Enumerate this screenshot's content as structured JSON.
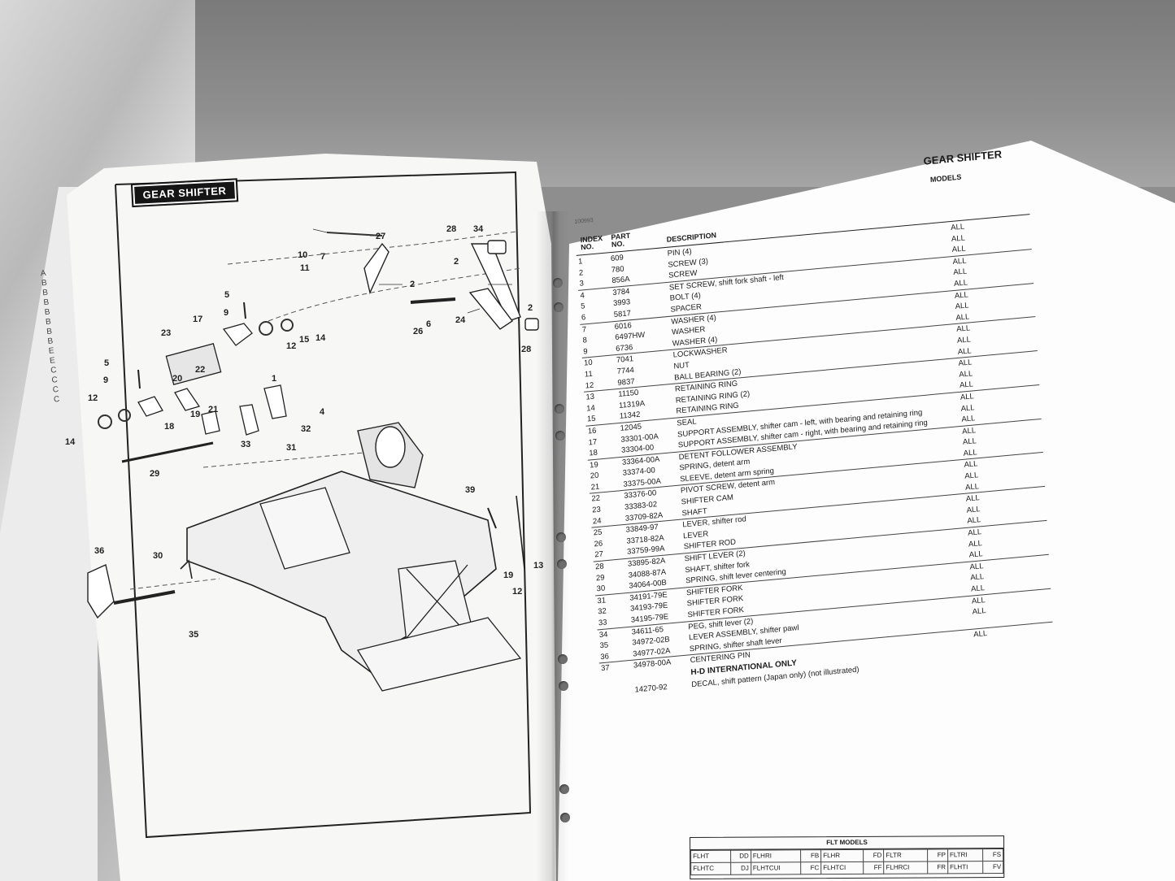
{
  "left_page": {
    "title": "GEAR SHIFTER",
    "tab_marks": [
      "A",
      "B",
      "B",
      "B",
      "B",
      "B",
      "B",
      "B",
      "E",
      "E",
      "C",
      "C",
      "C",
      "C"
    ],
    "callouts": [
      "27",
      "28",
      "34",
      "10",
      "7",
      "11",
      "2",
      "2",
      "24",
      "6",
      "26",
      "5",
      "9",
      "17",
      "23",
      "12",
      "15",
      "14",
      "22",
      "20",
      "1",
      "5",
      "9",
      "12",
      "21",
      "19",
      "18",
      "4",
      "32",
      "33",
      "31",
      "14",
      "29",
      "39",
      "36",
      "30",
      "35",
      "2",
      "28",
      "13",
      "19",
      "12"
    ]
  },
  "right_page": {
    "header": "GEAR SHIFTER",
    "ref_code": "100993",
    "columns": {
      "index": "INDEX NO.",
      "part": "PART NO.",
      "description": "DESCRIPTION",
      "models": "MODELS"
    },
    "rows": [
      {
        "index": "1",
        "part": "609",
        "description": "PIN (4)",
        "models": "ALL"
      },
      {
        "index": "2",
        "part": "780",
        "description": "SCREW (3)",
        "models": "ALL"
      },
      {
        "index": "3",
        "part": "856A",
        "description": "SCREW",
        "models": "ALL"
      },
      {
        "index": "4",
        "part": "3784",
        "description": "SET SCREW, shift fork shaft - left",
        "models": "ALL"
      },
      {
        "index": "5",
        "part": "3993",
        "description": "BOLT (4)",
        "models": "ALL"
      },
      {
        "index": "6",
        "part": "5817",
        "description": "SPACER",
        "models": "ALL"
      },
      {
        "index": "7",
        "part": "6016",
        "description": "WASHER (4)",
        "models": "ALL"
      },
      {
        "index": "8",
        "part": "6497HW",
        "description": "WASHER",
        "models": "ALL"
      },
      {
        "index": "9",
        "part": "6736",
        "description": "WASHER (4)",
        "models": "ALL"
      },
      {
        "index": "10",
        "part": "7041",
        "description": "LOCKWASHER",
        "models": "ALL"
      },
      {
        "index": "11",
        "part": "7744",
        "description": "NUT",
        "models": "ALL"
      },
      {
        "index": "12",
        "part": "9837",
        "description": "BALL BEARING (2)",
        "models": "ALL"
      },
      {
        "index": "13",
        "part": "11150",
        "description": "RETAINING RING",
        "models": "ALL"
      },
      {
        "index": "14",
        "part": "11319A",
        "description": "RETAINING RING (2)",
        "models": "ALL"
      },
      {
        "index": "15",
        "part": "11342",
        "description": "RETAINING RING",
        "models": "ALL"
      },
      {
        "index": "16",
        "part": "12045",
        "description": "SEAL",
        "models": "ALL"
      },
      {
        "index": "17",
        "part": "33301-00A",
        "description": "SUPPORT ASSEMBLY, shifter cam - left, with bearing and retaining ring",
        "models": "ALL"
      },
      {
        "index": "18",
        "part": "33304-00",
        "description": "SUPPORT ASSEMBLY, shifter cam - right, with bearing and retaining ring",
        "models": "ALL"
      },
      {
        "index": "19",
        "part": "33364-00A",
        "description": "DETENT FOLLOWER ASSEMBLY",
        "models": "ALL"
      },
      {
        "index": "20",
        "part": "33374-00",
        "description": "SPRING, detent arm",
        "models": "ALL"
      },
      {
        "index": "21",
        "part": "33375-00A",
        "description": "SLEEVE, detent arm spring",
        "models": "ALL"
      },
      {
        "index": "22",
        "part": "33376-00",
        "description": "PIVOT SCREW, detent arm",
        "models": "ALL"
      },
      {
        "index": "23",
        "part": "33383-02",
        "description": "SHIFTER CAM",
        "models": "ALL"
      },
      {
        "index": "24",
        "part": "33709-82A",
        "description": "SHAFT",
        "models": "ALL"
      },
      {
        "index": "25",
        "part": "33849-97",
        "description": "LEVER, shifter rod",
        "models": "ALL"
      },
      {
        "index": "26",
        "part": "33718-82A",
        "description": "LEVER",
        "models": "ALL"
      },
      {
        "index": "27",
        "part": "33759-99A",
        "description": "SHIFTER ROD",
        "models": "ALL"
      },
      {
        "index": "28",
        "part": "33895-82A",
        "description": "SHIFT LEVER (2)",
        "models": "ALL"
      },
      {
        "index": "29",
        "part": "34088-87A",
        "description": "SHAFT, shifter fork",
        "models": "ALL"
      },
      {
        "index": "30",
        "part": "34064-00B",
        "description": "SPRING, shift lever centering",
        "models": "ALL"
      },
      {
        "index": "31",
        "part": "34191-79E",
        "description": "SHIFTER FORK",
        "models": "ALL"
      },
      {
        "index": "32",
        "part": "34193-79E",
        "description": "SHIFTER FORK",
        "models": "ALL"
      },
      {
        "index": "33",
        "part": "34195-79E",
        "description": "SHIFTER FORK",
        "models": "ALL"
      },
      {
        "index": "34",
        "part": "34611-65",
        "description": "PEG, shift lever (2)",
        "models": "ALL"
      },
      {
        "index": "35",
        "part": "34972-02B",
        "description": "LEVER ASSEMBLY, shifter pawl",
        "models": "ALL"
      },
      {
        "index": "36",
        "part": "34977-02A",
        "description": "SPRING, shifter shaft lever",
        "models": ""
      },
      {
        "index": "37",
        "part": "34978-00A",
        "description": "CENTERING PIN",
        "models": "ALL"
      }
    ],
    "intl_section": "H-D INTERNATIONAL ONLY",
    "intl_row": {
      "index": "",
      "part": "14270-92",
      "description": "DECAL, shift pattern (Japan only) (not illustrated)",
      "models": ""
    },
    "flt_models": {
      "title": "FLT MODELS",
      "rows": [
        [
          [
            "FLHT",
            "DD"
          ],
          [
            "FLHRI",
            "FB"
          ],
          [
            "FLHR",
            "FD"
          ],
          [
            "FLTR",
            "FP"
          ],
          [
            "FLTRI",
            "FS"
          ]
        ],
        [
          [
            "FLHTC",
            "DJ"
          ],
          [
            "FLHTCUI",
            "FC"
          ],
          [
            "FLHTCI",
            "FF"
          ],
          [
            "FLHRCI",
            "FR"
          ],
          [
            "FLHTI",
            "FV"
          ]
        ]
      ]
    }
  }
}
